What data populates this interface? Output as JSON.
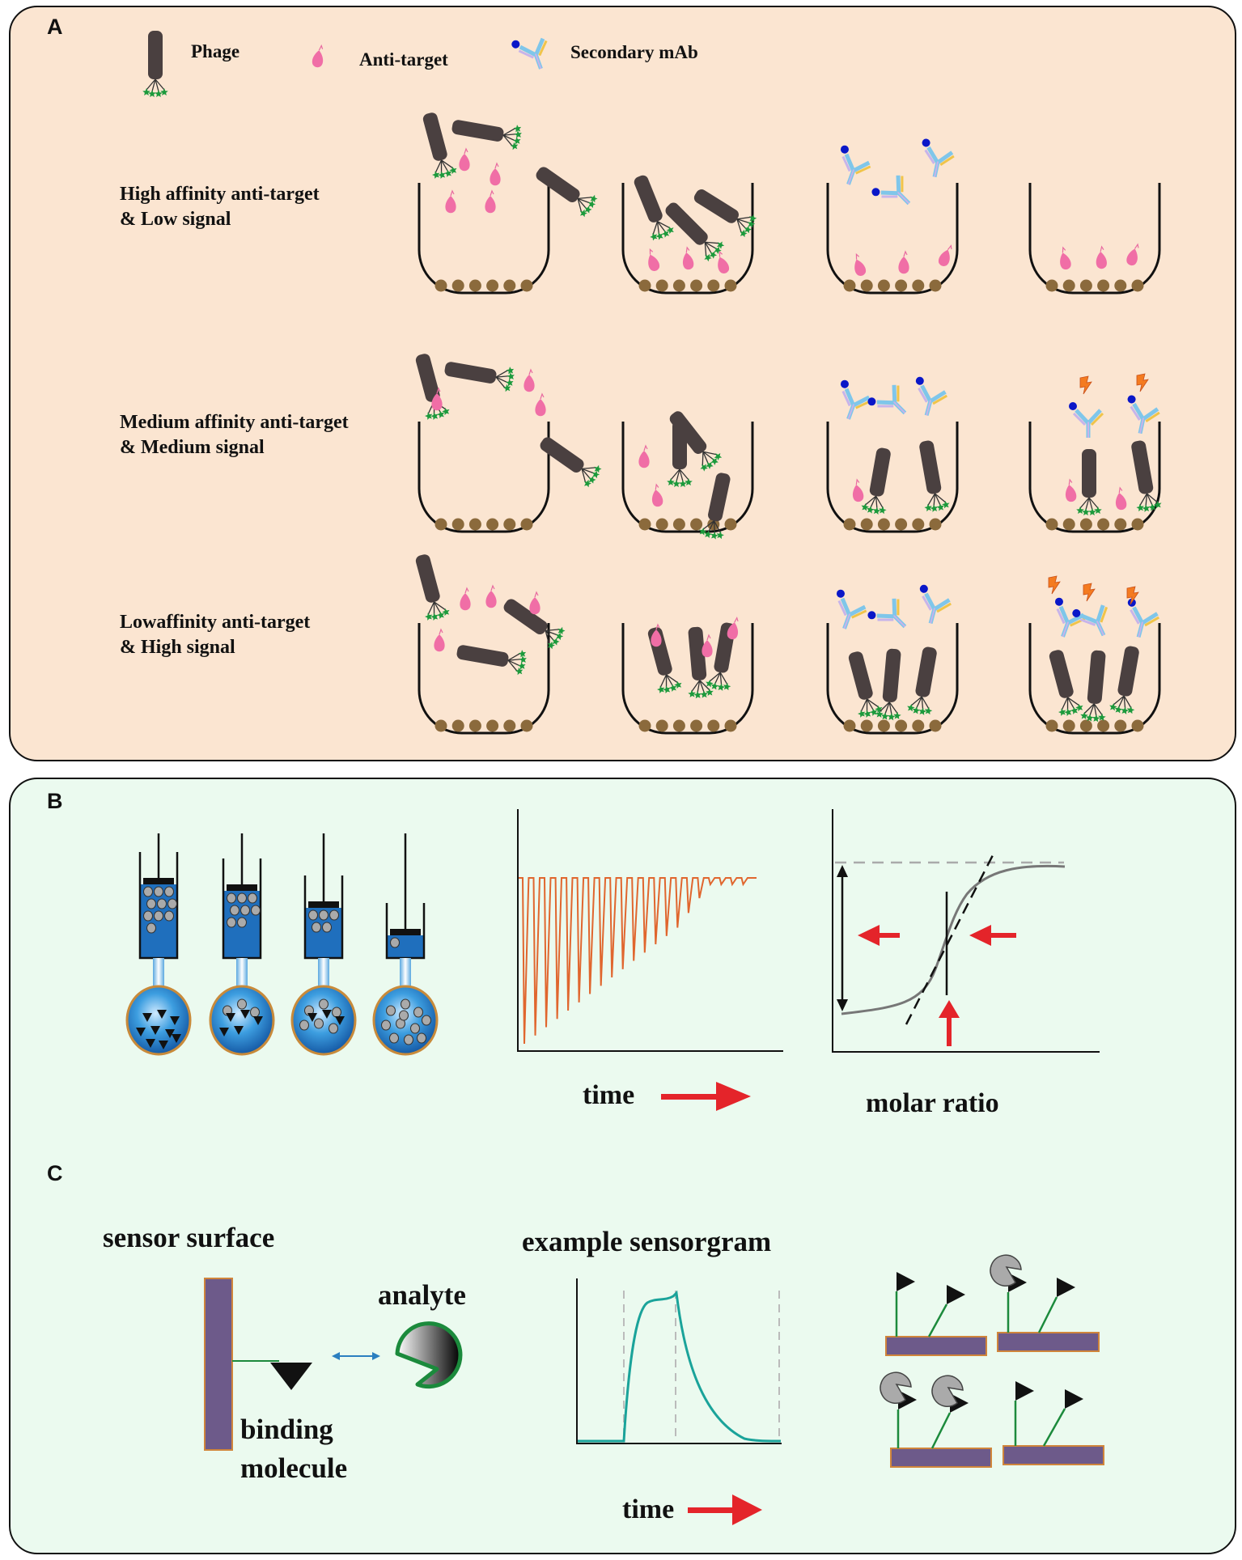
{
  "panels": {
    "a": {
      "letter": "A",
      "legend": {
        "phage": "Phage",
        "anti_target": "Anti-target",
        "secondary": "Secondary mAb"
      },
      "rows": [
        {
          "line1": "High affinity anti-target",
          "line2": "& Low signal"
        },
        {
          "line1": "Medium affinity anti-target",
          "line2": "& Medium signal"
        },
        {
          "line1": "Lowaffinity anti-target",
          "line2": "& High signal"
        }
      ]
    },
    "b": {
      "letter": "B",
      "itc_xlabel": "time",
      "iso_xlabel": "molar ratio"
    },
    "c": {
      "letter": "C",
      "sensor_title": "sensor surface",
      "analyte": "analyte",
      "binding_line1": "binding",
      "binding_line2": "molecule",
      "sensorgram_title": "example sensorgram",
      "sensorgram_xlabel": "time"
    }
  },
  "colors": {
    "panel_a_bg": "#fbe5d1",
    "panel_bc_bg": "#ebfaef",
    "phage": "#4a4040",
    "phage_tip": "#1c9a3c",
    "anti_target": "#f06ea6",
    "bead": "#8b6a3c",
    "mab_blue": "#7fc6ea",
    "mab_yellow": "#f0c44a",
    "mab_lavender": "#c7b4ea",
    "mab_dot": "#0a17c8",
    "signal": "#f47b20",
    "itc_trace": "#e0662e",
    "arrow_red": "#e4242a",
    "sensorgram": "#1aa39a",
    "chip": "#6d5a8a"
  }
}
